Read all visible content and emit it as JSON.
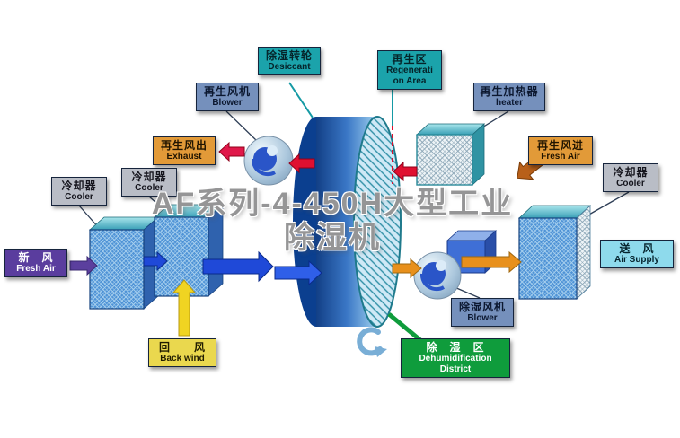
{
  "watermark": {
    "line1": "AF系列-4-450H大型工业",
    "line2": "除湿机"
  },
  "labels": {
    "regen_blower": {
      "zh": "再生风机",
      "en": "Blower"
    },
    "desiccant": {
      "zh": "除湿转轮",
      "en": "Desiccant"
    },
    "regen_area": {
      "zh": "再生区",
      "en_line1": "Regenerati",
      "en_line2": "on Area"
    },
    "regen_heater": {
      "zh": "再生加热器",
      "en": "heater"
    },
    "regen_exhaust": {
      "zh": "再生风出",
      "en": "Exhaust"
    },
    "regen_fresh_air": {
      "zh": "再生风进",
      "en": "Fresh Air"
    },
    "cooler_left_1": {
      "zh": "冷却器",
      "en": "Cooler"
    },
    "cooler_left_2": {
      "zh": "冷却器",
      "en": "Cooler"
    },
    "cooler_right": {
      "zh": "冷却器",
      "en": "Cooler"
    },
    "fresh_air": {
      "zh": "新　风",
      "en": "Fresh Air"
    },
    "air_supply": {
      "zh": "送　风",
      "en": "Air Supply"
    },
    "back_wind": {
      "zh": "回　　风",
      "en": "Back wind"
    },
    "dehum_blower": {
      "zh": "除湿风机",
      "en": "Blower"
    },
    "dehum_district": {
      "zh": "除　湿　区",
      "en_line1": "Dehumidification",
      "en_line2": "District"
    }
  },
  "colors": {
    "label_teal": "#1ba3ab",
    "label_steel_blue": "#7590bc",
    "label_orange": "#e29a38",
    "label_gray": "#b9bdc6",
    "label_purple": "#5a3d9e",
    "label_cyan": "#8edaec",
    "label_yellow": "#ead84e",
    "label_green": "#0f9c3c",
    "process_air_blue": "#1f49d8",
    "regen_air_red": "#e01030",
    "supply_orange": "#e8901c",
    "return_air_yellow": "#f0d422",
    "fresh_air_purple": "#5b3f9e",
    "wheel_blue": "#2e6fc0"
  }
}
